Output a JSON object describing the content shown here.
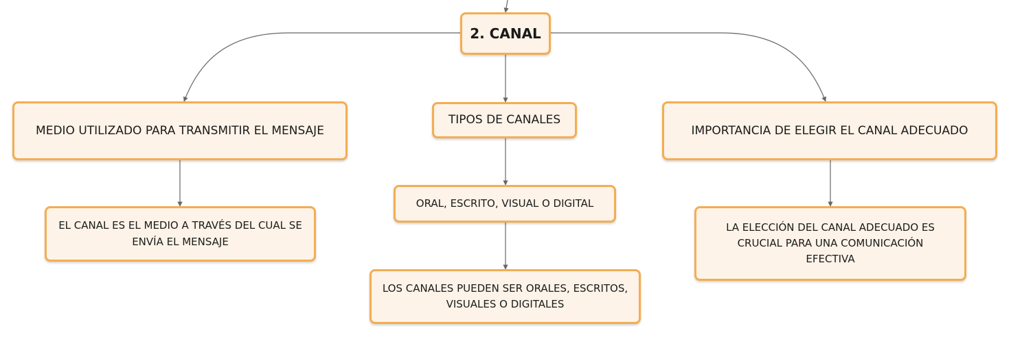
{
  "diagram": {
    "root": {
      "label": "2. CANAL"
    },
    "branches": [
      {
        "id": "medio",
        "label": "MEDIO UTILIZADO PARA TRANSMITIR EL MENSAJE",
        "detail": "EL CANAL ES EL MEDIO A TRAVÉS DEL CUAL SE ENVÍA EL MENSAJE"
      },
      {
        "id": "tipos",
        "label": "TIPOS DE CANALES",
        "list": "ORAL, ESCRITO, VISUAL O DIGITAL",
        "detail": "LOS CANALES PUEDEN SER ORALES, ESCRITOS, VISUALES O DIGITALES"
      },
      {
        "id": "importancia",
        "label": "IMPORTANCIA DE ELEGIR EL CANAL ADECUADO",
        "detail": "LA ELECCIÓN DEL CANAL ADECUADO ES CRUCIAL PARA UNA COMUNICACIÓN EFECTIVA"
      }
    ]
  },
  "colors": {
    "node_fill": "#fdf3e8",
    "node_border": "#f4ad52",
    "connector": "#666666",
    "text": "#1a1a1a"
  }
}
